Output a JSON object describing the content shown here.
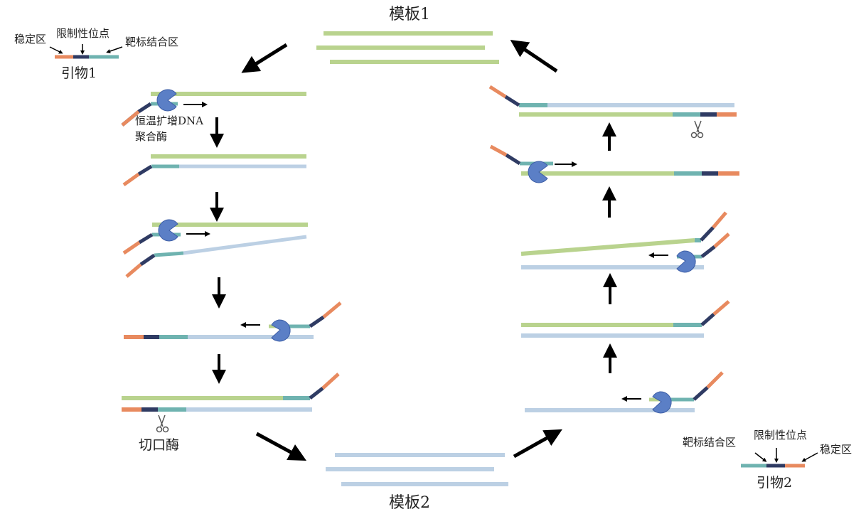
{
  "template1_label": "模板1",
  "template2_label": "模板2",
  "primer1": {
    "name": "引物1",
    "stable_region": "稳定区",
    "restriction_site": "限制性位点",
    "target_binding_region": "靶标结合区"
  },
  "primer2": {
    "name": "引物2",
    "stable_region": "稳定区",
    "restriction_site": "限制性位点",
    "target_binding_region": "靶标结合区"
  },
  "polymerase_label_line1": "恒温扩增DNA",
  "polymerase_label_line2": "聚合酶",
  "nicking_enzyme_label": "切口酶",
  "colors": {
    "template1_strand": "#b9d38e",
    "template2_strand": "#bcd0e4",
    "target_binding": "#6fb3b0",
    "restriction": "#2f3b63",
    "stable": "#e88a5f",
    "polymerase": "#5b7fc6",
    "arrow": "#000000"
  }
}
